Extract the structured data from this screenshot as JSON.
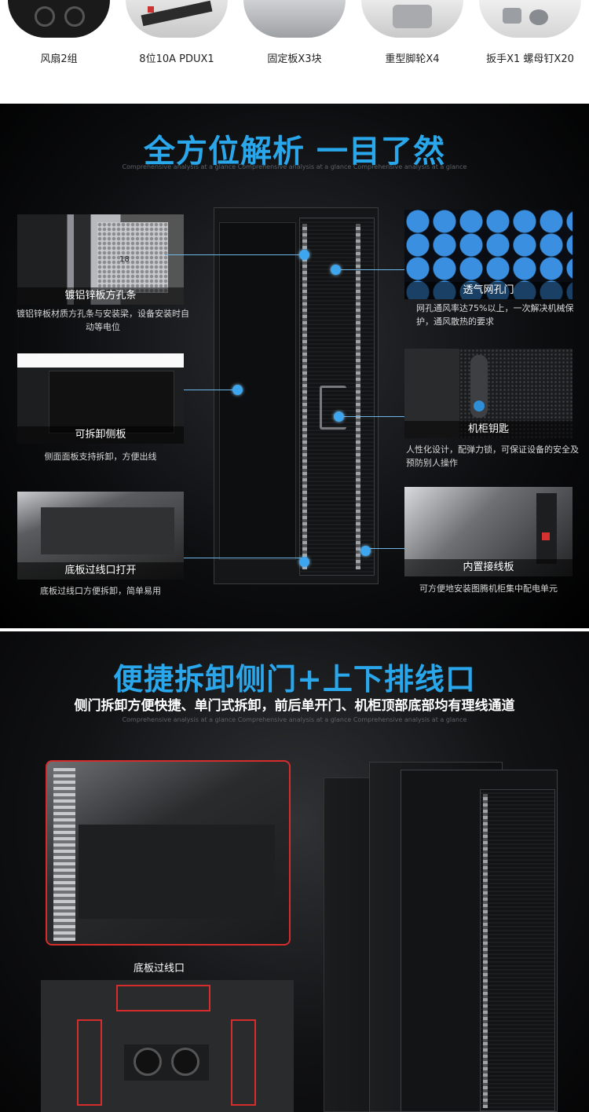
{
  "accessories": [
    {
      "label": "风扇2组"
    },
    {
      "label": "8位10A PDUX1"
    },
    {
      "label": "固定板X3块"
    },
    {
      "label": "重型脚轮X4"
    },
    {
      "label": "扳手X1 螺母钉X20"
    }
  ],
  "section1": {
    "title": "全方位解析 一目了然",
    "subtitle_en": "Comprehensive analysis at a glance Comprehensive analysis at a glance Comprehensive analysis at a glance",
    "features": {
      "rail": {
        "caption": "镀铝锌板方孔条",
        "desc": "镀铝锌板材质方孔条与安装梁，设备安装时自动等电位",
        "number": "18"
      },
      "side_panel": {
        "caption": "可拆卸侧板",
        "desc": "侧面面板支持拆卸，方便出线"
      },
      "bottom": {
        "caption": "底板过线口打开",
        "desc": "底板过线口方便拆卸，简单易用"
      },
      "mesh_door": {
        "caption": "透气网孔门",
        "desc": "网孔通风率达75%以上，一次解决机械保护，通风散热的要求"
      },
      "key": {
        "caption": "机柜钥匙",
        "desc": "人性化设计，配弹力锁，可保证设备的安全及预防别人操作"
      },
      "wiring": {
        "caption": "内置接线板",
        "desc": "可方便地安装图腾机柜集中配电单元"
      }
    }
  },
  "section2": {
    "title": "便捷拆卸侧门+上下排线口",
    "subtitle_cn": "侧门拆卸方便快捷、单门式拆卸，前后单开门、机柜顶部底部均有理线通道",
    "subtitle_en": "Comprehensive analysis at a glance Comprehensive analysis at a glance Comprehensive analysis at a glance",
    "photo_caption": "底板过线口"
  },
  "colors": {
    "accent": "#2aa6ea",
    "dot": "#3ea6ef",
    "frame_red": "#d62c2c"
  }
}
